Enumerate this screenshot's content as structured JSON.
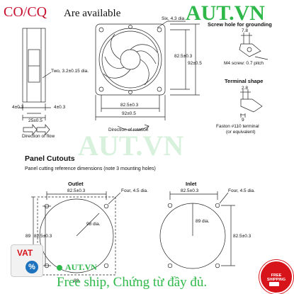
{
  "header": {
    "cocq": "CO/CQ",
    "available": "Are available",
    "brand": "AUT.VN"
  },
  "fan_drawing": {
    "six_holes": "Six, 4.3 dia.",
    "two_holes": "Two, 3.2±0.15 dia.",
    "dim_825_right": "82.5±0.3",
    "dim_92_right": "92±0.5",
    "dim_825_bottom": "82.5±0.3",
    "dim_92_bottom": "92±0.5",
    "dim_4_left": "4±0.3",
    "dim_4_right": "4±0.3",
    "dim_25": "25±0.5",
    "flow_label": "Direction of flow",
    "rotation_label": "Direction of rotation"
  },
  "screw": {
    "title": "Screw hole for grounding",
    "dim": "7.8",
    "note": "M4 screw: 0.7 pitch"
  },
  "terminal": {
    "title": "Terminal shape",
    "dim_top": "2.8",
    "dim_bottom": "9",
    "note_1": "Faston #110 terminal",
    "note_2": "(or equivalent)"
  },
  "panel": {
    "title": "Panel Cutouts",
    "subtitle": "Panel cutting reference dimensions (note 3 mounting holes)",
    "outlet": {
      "label": "Outlet",
      "dim_top": "82.5±0.3",
      "holes": "Four, 4.5 dia.",
      "dia": "98 dia.",
      "dim_89": "89",
      "dim_825_left": "82.5±0.3",
      "dim_89_bottom": "89"
    },
    "inlet": {
      "label": "Inlet",
      "dim_top": "82.5±0.3",
      "holes": "Four, 4.5 dia.",
      "dia": "89 dia.",
      "dim_825_right": "82.5±0.3"
    }
  },
  "footer": {
    "vat": "VAT",
    "brand": "AUT.VN",
    "slogan": "Free ship, Chứng từ đầy đủ.",
    "badge": "FREE SHIPPING"
  },
  "colors": {
    "brand_green": "#2fb84a",
    "title_red": "#c8102e",
    "badge_red": "#d7141a"
  }
}
